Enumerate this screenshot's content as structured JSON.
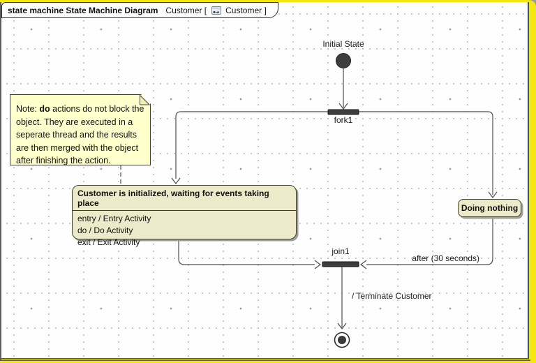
{
  "tab": {
    "kind": "state machine State Machine Diagram",
    "context_prefix": "Customer [",
    "context_name": "Customer ]"
  },
  "nodes": {
    "initial": {
      "label": "Initial State"
    },
    "fork": {
      "label": "fork1"
    },
    "join": {
      "label": "join1"
    },
    "customer_state": {
      "title": "Customer is initialized, waiting for events taking place",
      "activities": [
        "entry / Entry Activity",
        "do / Do Activity",
        "exit / Exit Activity"
      ]
    },
    "doing_nothing_state": {
      "title": "Doing nothing"
    }
  },
  "note": {
    "prefix": "Note: ",
    "bold_word": "do",
    "rest": " actions do not block the object. They are executed in a seperate thread and the results are then merged with the object after finishing the action."
  },
  "transitions": {
    "after_label": "after (30 seconds)",
    "terminate_label": "/ Terminate Customer"
  },
  "colors": {
    "state_fill": "#ECEAC8",
    "state_border": "#43432A",
    "note_fill": "#FFFFCC",
    "line": "#4D4D4D",
    "node_fill": "#3D3D3D",
    "frame_yellow": "#F2E613",
    "frame_navy": "#33508F",
    "grid_dot": "#ABABAB"
  }
}
